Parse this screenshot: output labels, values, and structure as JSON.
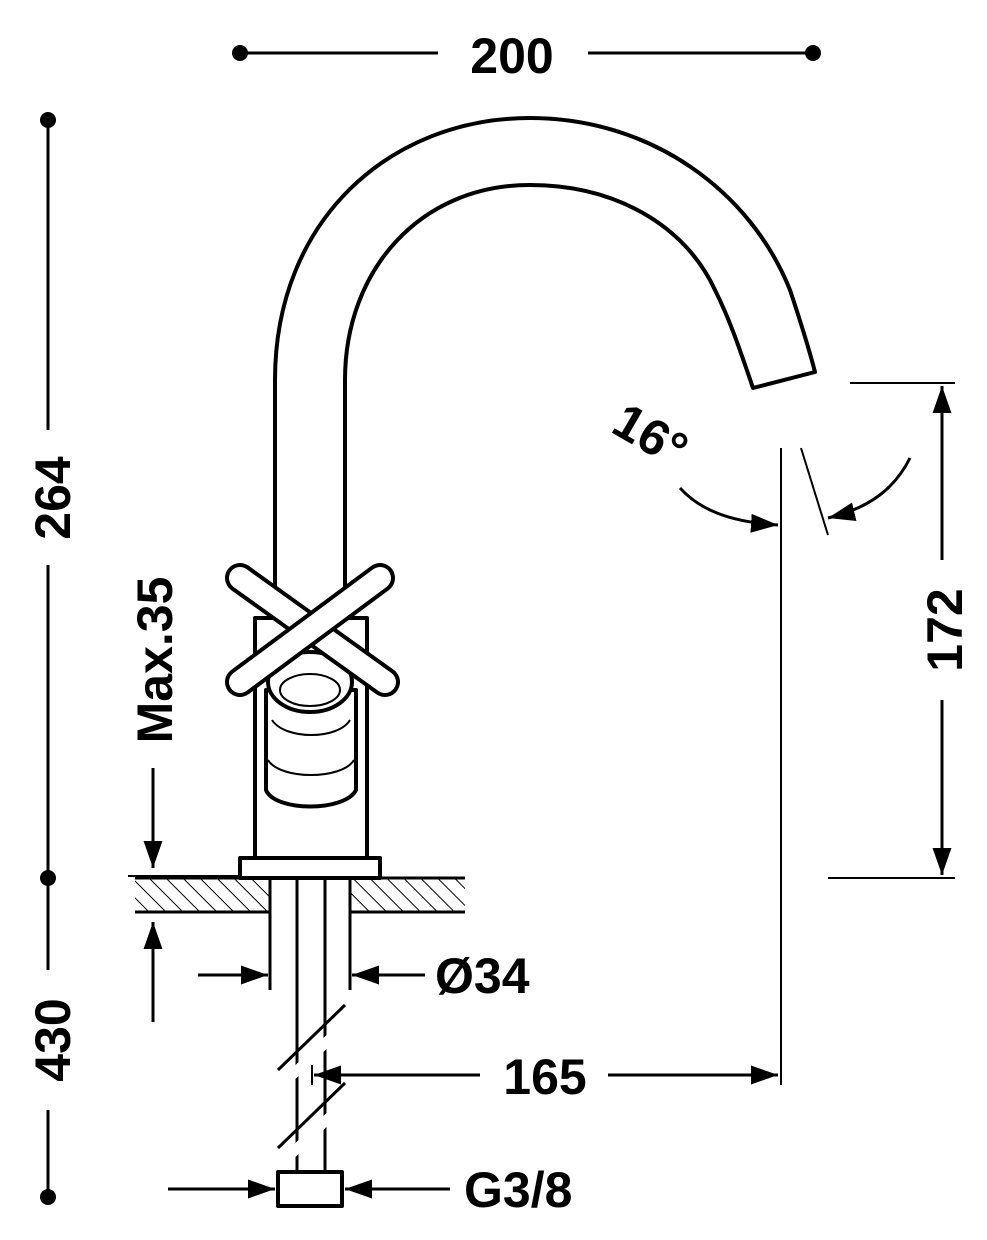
{
  "dimensions": {
    "width_top": "200",
    "total_height_upper": "264",
    "total_height_lower": "430",
    "max_thickness": "Max.35",
    "spout_height": "172",
    "angle": "16°",
    "hole_diameter": "Ø34",
    "reach": "165",
    "connection": "G3/8"
  },
  "colors": {
    "line": "#000000",
    "background": "#ffffff"
  }
}
